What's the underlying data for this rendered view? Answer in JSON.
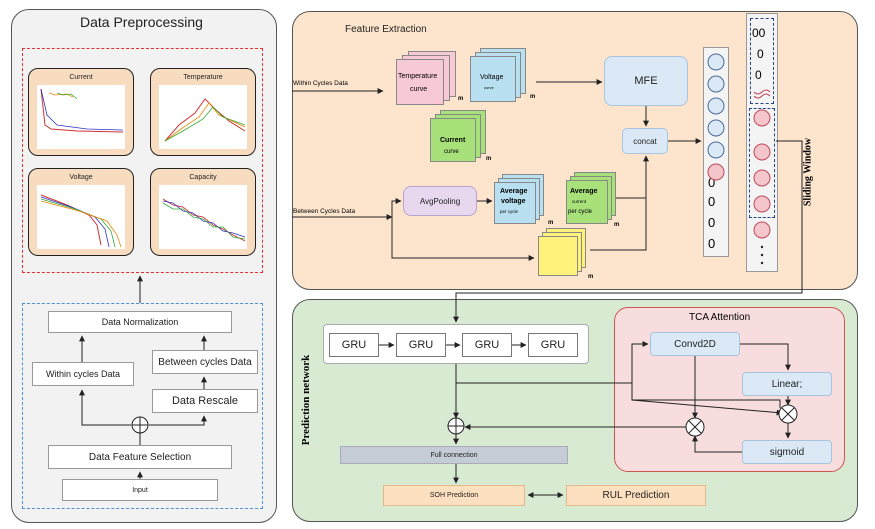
{
  "preprocessing": {
    "title": "Data Preprocessing",
    "thumbnails": {
      "current": "Current",
      "temperature": "Temperature",
      "voltage": "Voltage",
      "capacity": "Capacity"
    },
    "data_normalization": "Data Normalization",
    "within_cycles": "Within cycles Data",
    "between_cycles": "Between cycles Data",
    "data_rescale": "Data Rescale",
    "feature_selection": "Data Feature Selection",
    "input": "Input"
  },
  "feature_extraction": {
    "title": "Feature Extraction",
    "within_label": "Within Cycles Data",
    "between_label": "Between Cycles Data",
    "temperature_curve_1": "Temperature",
    "temperature_curve_2": "curve",
    "voltage_curve_1": "Voltage",
    "voltage_curve_2": "curve",
    "current_curve_1": "Current",
    "current_curve_2": "curve",
    "avg_pooling": "AvgPooling",
    "avg_voltage_1": "Average",
    "avg_voltage_2": "voltage",
    "avg_voltage_3": "per cycle",
    "avg_current_1": "Average",
    "avg_current_2": "current",
    "avg_current_3": "per cycle",
    "mfe": "MFE",
    "concat": "concat",
    "m": "m",
    "column_digits": [
      "0",
      "0",
      "0",
      "0"
    ],
    "window_digits": [
      "00",
      "0",
      "0"
    ]
  },
  "sliding_window": "Sliding Window",
  "prediction": {
    "title": "Prediction network",
    "gru": [
      "GRU",
      "GRU",
      "GRU",
      "GRU"
    ],
    "full_connection": "Full connection",
    "soh": "SOH Prediction",
    "rul": "RUL Prediction"
  },
  "tca": {
    "title": "TCA Attention",
    "conv": "Convd2D",
    "linear": "Linear;",
    "sigmoid": "sigmoid"
  },
  "colors": {
    "feature_bg": "#fde5cd",
    "prediction_bg": "#d9ead3",
    "tca_bg": "#f7dddd",
    "node_blue": "#dbe9f7",
    "node_pink": "#f4c6cc",
    "temperature_stack": "#f6c9d4",
    "voltage_stack": "#b9e0f0",
    "current_stack": "#a8e07a",
    "yellow_stack": "#fff27a",
    "soh_box": "#fde0bf"
  }
}
